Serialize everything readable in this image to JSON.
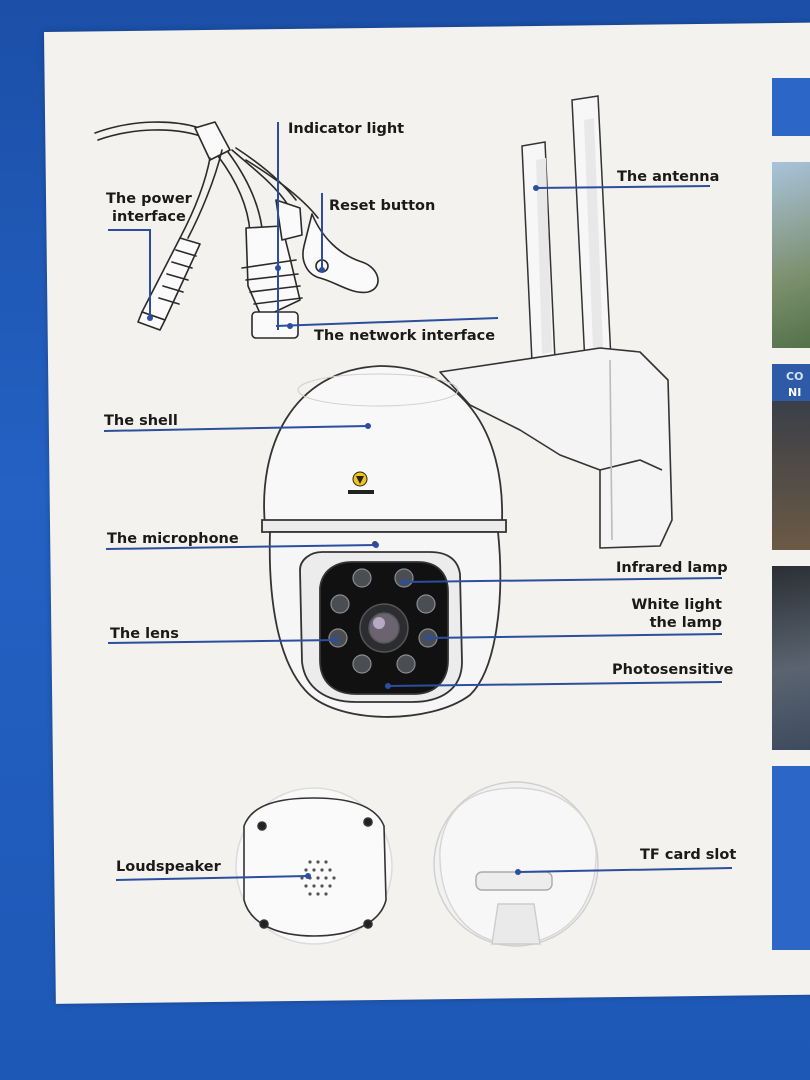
{
  "labels": {
    "power_interface": "The power\ninterface",
    "indicator_light": "Indicator light",
    "reset_button": "Reset button",
    "antenna": "The antenna",
    "network_interface": "The network interface",
    "shell": "The shell",
    "microphone": "The microphone",
    "infrared_lamp": "Infrared lamp",
    "white_light": "White light\nthe lamp",
    "lens": "The lens",
    "photosensitive": "Photosensitive",
    "loudspeaker": "Loudspeaker",
    "tf_card_slot": "TF card slot"
  },
  "side_panel": {
    "text_line1": "CO",
    "text_line2": "NI"
  },
  "colors": {
    "leader_line": "#2b4f9e",
    "box_blue": "#1f56b0",
    "panel": "#f3f2ee"
  }
}
